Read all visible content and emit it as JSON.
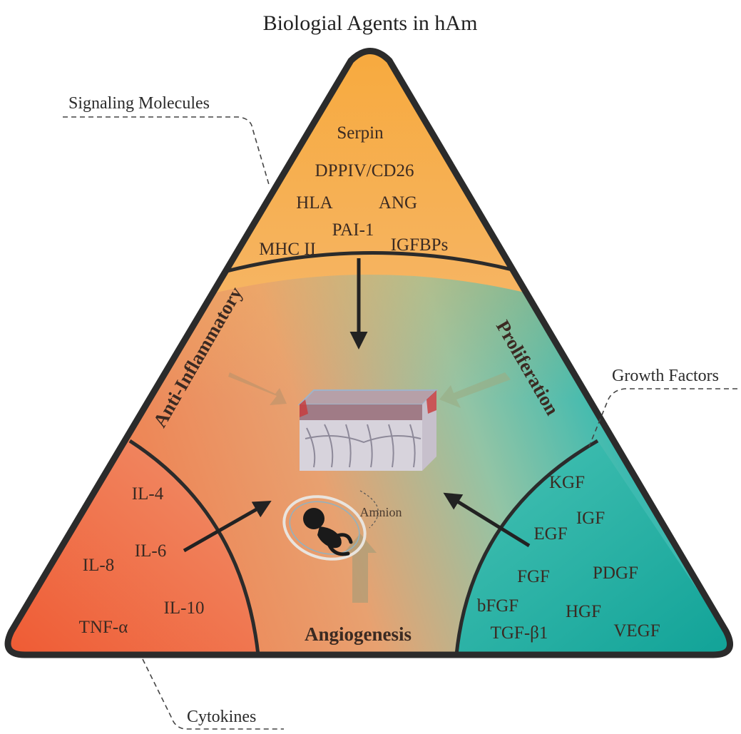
{
  "title": "Biologial Agents in hAm",
  "callouts": {
    "signaling": "Signaling Molecules",
    "growth": "Growth Factors",
    "cytokines": "Cytokines"
  },
  "sides": {
    "left": "Anti-Inflammatory",
    "right": "Proliferation",
    "bottom": "Angiogenesis"
  },
  "center": {
    "amnion_label": "Amnion"
  },
  "signaling_molecules": [
    "Serpin",
    "DPPIV/CD26",
    "HLA",
    "ANG",
    "PAI-1",
    "MHC II",
    "IGFBPs"
  ],
  "cytokines": [
    "IL-4",
    "IL-8",
    "IL-6",
    "IL-10",
    "TNF-α"
  ],
  "growth_factors": [
    "KGF",
    "IGF",
    "EGF",
    "FGF",
    "PDGF",
    "bFGF",
    "HGF",
    "TGF-β1",
    "VEGF"
  ],
  "colors": {
    "top": "#f6b24b",
    "left": "#ee5a34",
    "right": "#17a89a",
    "outline": "#2b2b2b"
  }
}
